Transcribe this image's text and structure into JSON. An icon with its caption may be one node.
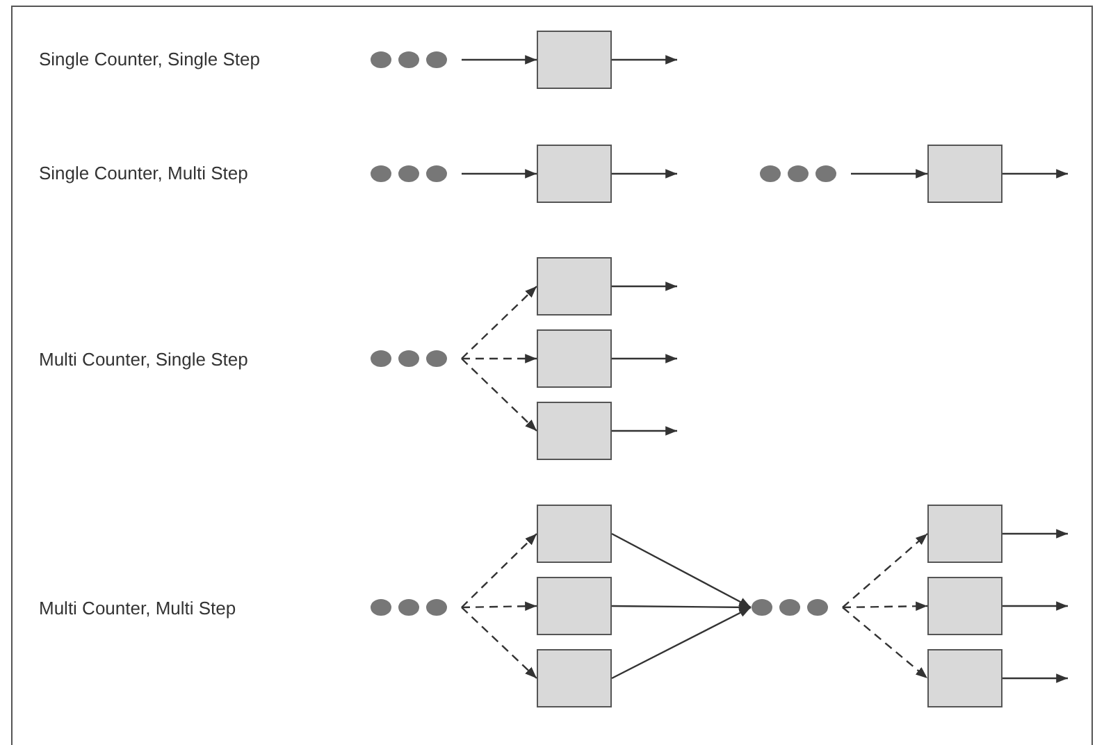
{
  "diagram": {
    "nodes": [
      {
        "text": [],
        "shape": "dots"
      },
      {
        "text": [],
        "shape": "box"
      },
      {
        "text": [],
        "shape": "dots"
      },
      {
        "text": [],
        "shape": "box"
      },
      {
        "text": [],
        "shape": "dots"
      },
      {
        "text": [],
        "shape": "box"
      },
      {
        "text": [],
        "shape": "dots"
      },
      {
        "text": [],
        "shape": "box"
      },
      {
        "text": [],
        "shape": "box"
      },
      {
        "text": [],
        "shape": "box"
      },
      {
        "text": [],
        "shape": "dots"
      },
      {
        "text": [],
        "shape": "box"
      },
      {
        "text": [],
        "shape": "box"
      },
      {
        "text": [],
        "shape": "box"
      },
      {
        "text": [],
        "shape": "dots"
      },
      {
        "text": [],
        "shape": "box"
      },
      {
        "text": [],
        "shape": "box"
      },
      {
        "text": [],
        "shape": "box"
      }
    ],
    "edges": [
      {
        "from": 0,
        "to": 1,
        "arrow": "to"
      },
      {
        "from": 1,
        "to": null,
        "arrow": "to"
      },
      {
        "from": 2,
        "to": 3,
        "arrow": "to"
      },
      {
        "from": 3,
        "to": null,
        "arrow": "to"
      },
      {
        "from": 4,
        "to": 5,
        "arrow": "to"
      },
      {
        "from": 5,
        "to": null,
        "arrow": "to"
      },
      {
        "from": 6,
        "to": 7,
        "arrow": "to",
        "style": "dashed"
      },
      {
        "from": 6,
        "to": 8,
        "arrow": "to",
        "style": "dashed"
      },
      {
        "from": 6,
        "to": 9,
        "arrow": "to",
        "style": "dashed"
      },
      {
        "from": 7,
        "to": null,
        "arrow": "to"
      },
      {
        "from": 8,
        "to": null,
        "arrow": "to"
      },
      {
        "from": 9,
        "to": null,
        "arrow": "to"
      },
      {
        "from": 10,
        "to": 11,
        "arrow": "to",
        "style": "dashed"
      },
      {
        "from": 10,
        "to": 12,
        "arrow": "to",
        "style": "dashed"
      },
      {
        "from": 10,
        "to": 13,
        "arrow": "to",
        "style": "dashed"
      },
      {
        "from": 11,
        "to": 14,
        "arrow": "to"
      },
      {
        "from": 12,
        "to": 14,
        "arrow": "to"
      },
      {
        "from": 13,
        "to": 14,
        "arrow": "to"
      },
      {
        "from": 14,
        "to": 15,
        "arrow": "to",
        "style": "dashed"
      },
      {
        "from": 14,
        "to": 16,
        "arrow": "to",
        "style": "dashed"
      },
      {
        "from": 14,
        "to": 17,
        "arrow": "to",
        "style": "dashed"
      },
      {
        "from": 15,
        "to": null,
        "arrow": "to"
      },
      {
        "from": 16,
        "to": null,
        "arrow": "to"
      },
      {
        "from": 17,
        "to": null,
        "arrow": "to"
      }
    ],
    "labels": [
      "Single Counter, Single Step",
      "Single Counter, Multi Step",
      "Multi Counter, Single Step",
      "Multi Counter, Multi Step"
    ]
  }
}
